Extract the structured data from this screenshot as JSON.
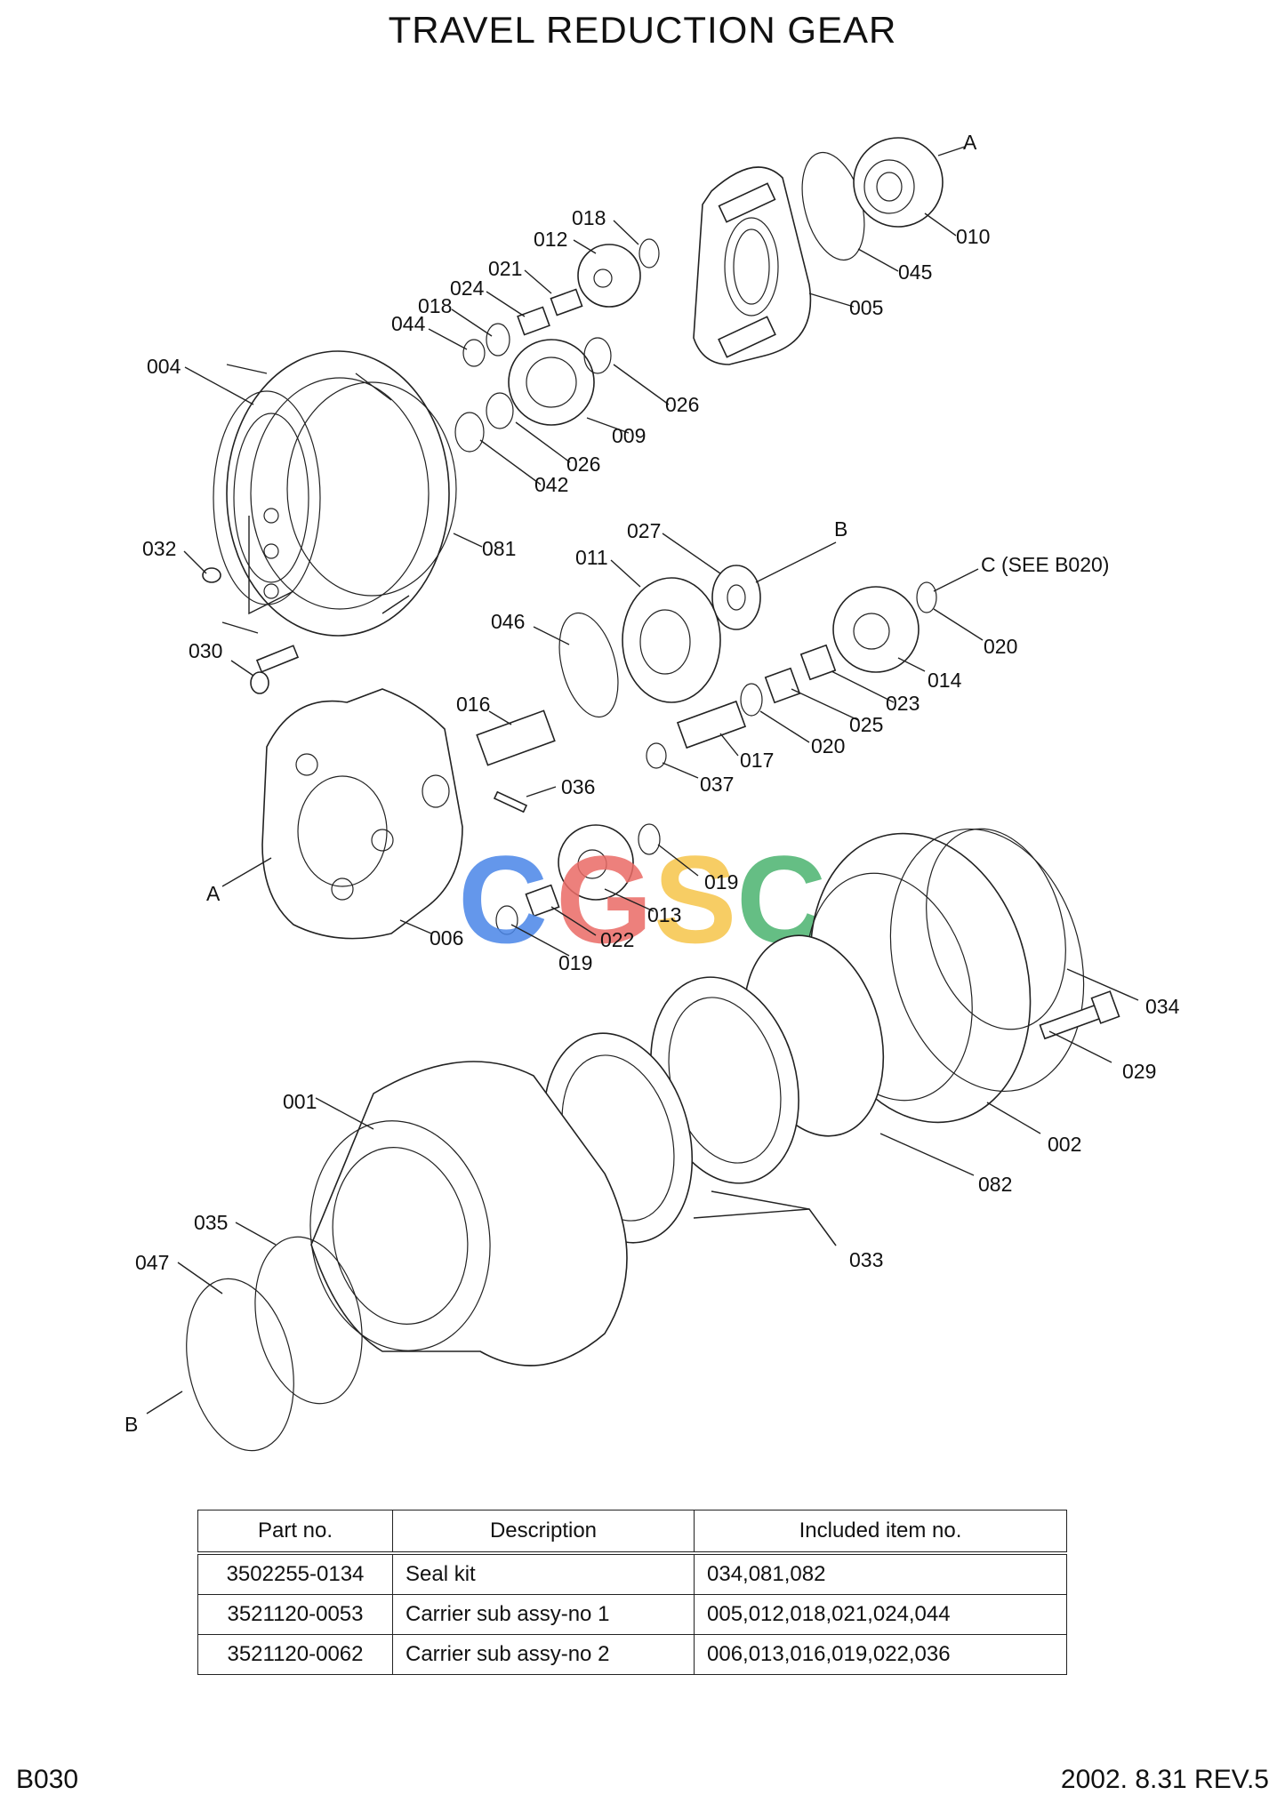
{
  "title": "TRAVEL REDUCTION GEAR",
  "callouts": [
    "004",
    "032",
    "030",
    "081",
    "044",
    "018",
    "024",
    "021",
    "012",
    "018",
    "026",
    "009",
    "026",
    "042",
    "005",
    "045",
    "010",
    "A",
    "027",
    "B",
    "011",
    "046",
    "C (SEE B020)",
    "020",
    "014",
    "023",
    "025",
    "020",
    "017",
    "037",
    "016",
    "036",
    "A",
    "006",
    "019",
    "022",
    "013",
    "019",
    "034",
    "029",
    "002",
    "082",
    "033",
    "001",
    "035",
    "047",
    "B"
  ],
  "watermark": [
    "C",
    "G",
    "S",
    "C"
  ],
  "watermark_colors": [
    "#4a86e8",
    "#ea6b66",
    "#f6c54a",
    "#4bb36f"
  ],
  "table": {
    "headers": [
      "Part no.",
      "Description",
      "Included item no."
    ],
    "rows": [
      [
        "3502255-0134",
        "Seal kit",
        "034,081,082"
      ],
      [
        "3521120-0053",
        "Carrier sub assy-no 1",
        "005,012,018,021,024,044"
      ],
      [
        "3521120-0062",
        "Carrier sub assy-no 2",
        "006,013,016,019,022,036"
      ]
    ]
  },
  "footer": {
    "left": "B030",
    "right": "2002. 8.31 REV.5"
  }
}
